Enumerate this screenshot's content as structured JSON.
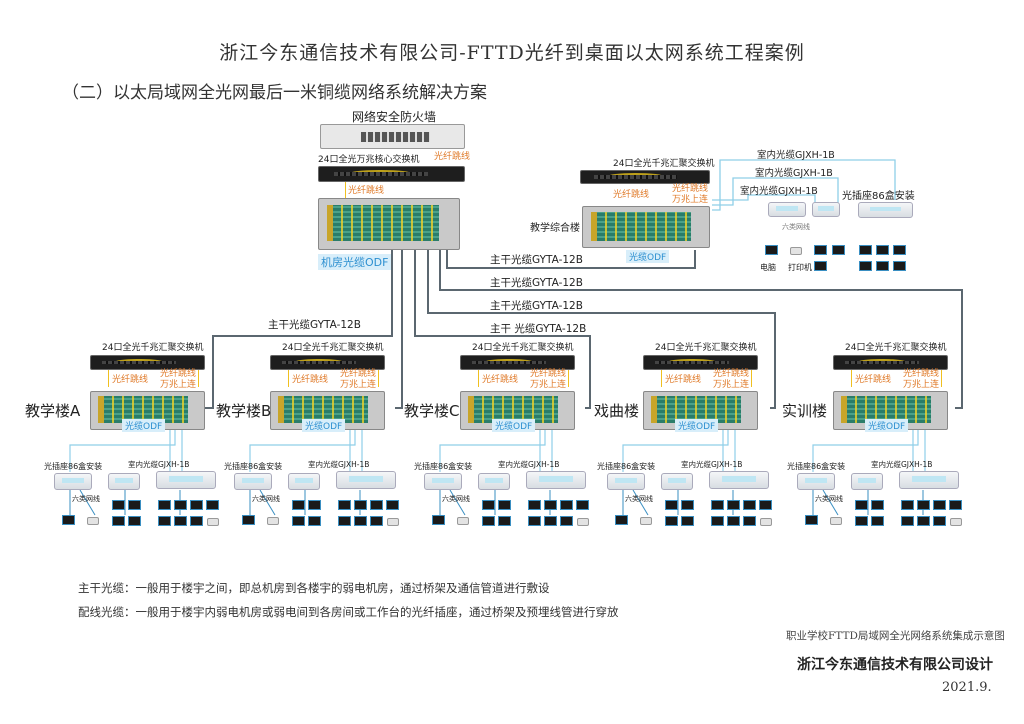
{
  "header": {
    "title": "浙江今东通信技术有限公司-FTTD光纤到桌面以太网系统工程案例",
    "subtitle": "（二）以太局域网全光网最后一米铜缆网络系统解决方案"
  },
  "core": {
    "firewall": "网络安全防火墙",
    "core_switch": "24口全光万兆核心交换机",
    "patch_top": "光纤跳线",
    "patch": "光纤跳线",
    "odf": "机房光缆ODF"
  },
  "complex": {
    "name": "教学综合楼",
    "switch": "24口全光千兆汇聚交换机",
    "patch": "光纤跳线",
    "uplink1": "光纤跳线",
    "uplink2": "万兆上连",
    "odf": "光缆ODF",
    "indoor_cables": [
      "室内光缆GJXH-1B",
      "室内光缆GJXH-1B",
      "室内光缆GJXH-1B"
    ],
    "socket": "光插座86盒安装",
    "cat6": "六类网线",
    "pc": "电脑",
    "printer": "打印机"
  },
  "trunks": [
    "主干光缆GYTA-12B",
    "主干光缆GYTA-12B",
    "主干光缆GYTA-12B",
    "主干光缆GYTA-12B",
    "主干 光缆GYTA-12B"
  ],
  "buildings": [
    {
      "name": "教学楼A",
      "switch": "24口全光千兆汇聚交换机",
      "patch": "光纤跳线",
      "uplink1": "光纤跳线",
      "uplink2": "万兆上连",
      "odf": "光缆ODF",
      "socket": "光插座86盒安装",
      "indoor": "室内光缆GJXH-1B",
      "cat6": "六类网线"
    },
    {
      "name": "教学楼B",
      "switch": "24口全光千兆汇聚交换机",
      "patch": "光纤跳线",
      "uplink1": "光纤跳线",
      "uplink2": "万兆上连",
      "odf": "光缆ODF",
      "socket": "光插座86盒安装",
      "indoor": "室内光缆GJXH-1B",
      "cat6": "六类网线"
    },
    {
      "name": "教学楼C",
      "switch": "24口全光千兆汇聚交换机",
      "patch": "光纤跳线",
      "uplink1": "光纤跳线",
      "uplink2": "万兆上连",
      "odf": "光缆ODF",
      "socket": "光插座86盒安装",
      "indoor": "室内光缆GJXH-1B",
      "cat6": "六类网线"
    },
    {
      "name": "戏曲楼",
      "switch": "24口全光千兆汇聚交换机",
      "patch": "光纤跳线",
      "uplink1": "光纤跳线",
      "uplink2": "万兆上连",
      "odf": "光缆ODF",
      "socket": "光插座86盒安装",
      "indoor": "室内光缆GJXH-1B",
      "cat6": "六类网线"
    },
    {
      "name": "实训楼",
      "switch": "24口全光千兆汇聚交换机",
      "patch": "光纤跳线",
      "uplink1": "光纤跳线",
      "uplink2": "万兆上连",
      "odf": "光缆ODF",
      "socket": "光插座86盒安装",
      "indoor": "室内光缆GJXH-1B",
      "cat6": "六类网线"
    }
  ],
  "notes": [
    "主干光缆：一般用于楼宇之间，即总机房到各楼宇的弱电机房，通过桥架及通信管道进行敷设",
    "配线光缆：一般用于楼宇内弱电机房或弱电间到各房间或工作台的光纤插座，通过桥架及预埋线管进行穿放"
  ],
  "footer": {
    "caption": "职业学校FTTD局域网全光网络系统集成示意图",
    "company": "浙江今东通信技术有限公司设计",
    "date": "2021.9."
  },
  "colors": {
    "trunk": "#5b6770",
    "indoor": "#8fcfe8",
    "patch": "#f0c020",
    "odf_label": "#2c8fd0"
  }
}
